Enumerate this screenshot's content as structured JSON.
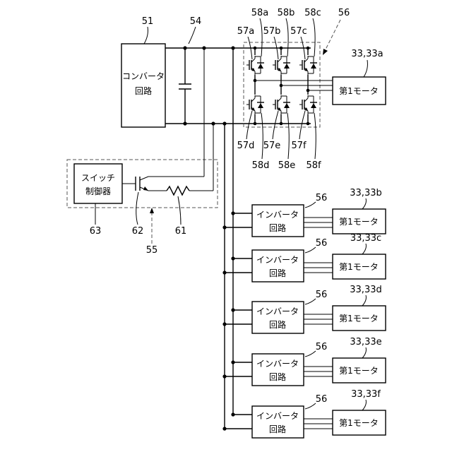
{
  "colors": {
    "line": "#000000",
    "dashed": "#555555",
    "background": "#ffffff"
  },
  "converter": {
    "ref": "51",
    "line1": "コンバータ",
    "line2": "回路"
  },
  "capacitor": {
    "ref": "54"
  },
  "switch_circuit": {
    "ref": "55"
  },
  "switch_controller": {
    "ref": "63",
    "line1": "スイッチ",
    "line2": "制御器"
  },
  "switch_element": {
    "ref": "62"
  },
  "resistor": {
    "ref": "61"
  },
  "bridge": {
    "ref": "56",
    "upper": [
      {
        "diode": "58a",
        "transistor": "57a"
      },
      {
        "diode": "58b",
        "transistor": "57b"
      },
      {
        "diode": "58c",
        "transistor": "57c"
      }
    ],
    "lower": [
      {
        "transistor": "57d",
        "diode": "58d"
      },
      {
        "transistor": "57e",
        "diode": "58e"
      },
      {
        "transistor": "57f",
        "diode": "58f"
      }
    ]
  },
  "first_motor": {
    "ref": "33,33a",
    "label": "第1モータ"
  },
  "inverters": [
    {
      "ref": "56",
      "line1": "インバータ",
      "line2": "回路",
      "motor_ref": "33,33b",
      "motor_label": "第1モータ"
    },
    {
      "ref": "56",
      "line1": "インバータ",
      "line2": "回路",
      "motor_ref": "33,33c",
      "motor_label": "第1モータ"
    },
    {
      "ref": "56",
      "line1": "インバータ",
      "line2": "回路",
      "motor_ref": "33,33d",
      "motor_label": "第1モータ"
    },
    {
      "ref": "56",
      "line1": "インバータ",
      "line2": "回路",
      "motor_ref": "33,33e",
      "motor_label": "第1モータ"
    },
    {
      "ref": "56",
      "line1": "インバータ",
      "line2": "回路",
      "motor_ref": "33,33f",
      "motor_label": "第1モータ"
    }
  ]
}
